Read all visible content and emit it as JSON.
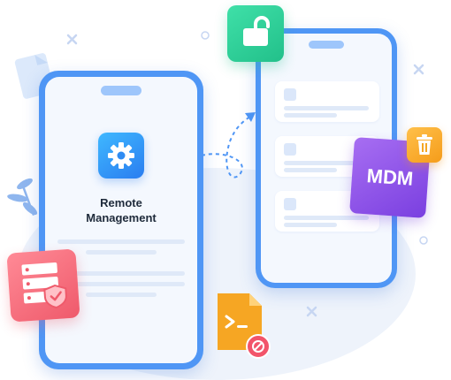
{
  "left_phone": {
    "app_icon": "gear-icon",
    "title_line1": "Remote",
    "title_line2": "Management"
  },
  "badges": {
    "mdm_label": "MDM",
    "unlock_icon": "unlocked-padlock-icon",
    "trash_icon": "trash-icon",
    "server_icon": "server-shield-icon",
    "script_icon": "script-file-icon",
    "blocked_icon": "blocked-icon"
  },
  "colors": {
    "phone_frame": "#4f96f5",
    "unlock_badge": "#2fd09a",
    "mdm_badge": "#8b4fe8",
    "trash_badge": "#f6a623",
    "server_badge": "#f26d7d",
    "script_badge": "#f6a623"
  }
}
